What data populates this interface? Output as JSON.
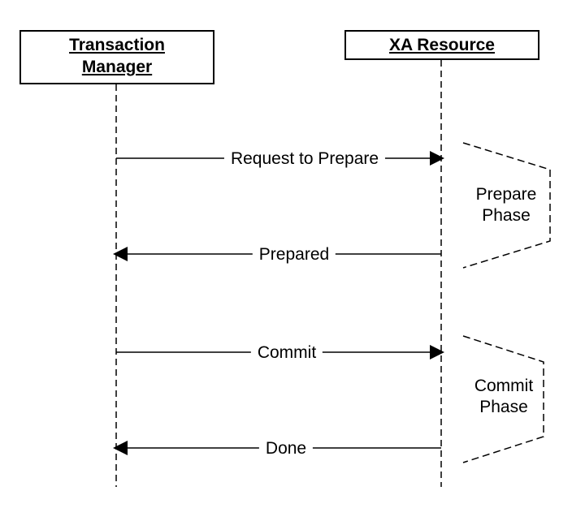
{
  "participants": {
    "transaction_manager": [
      "Transaction",
      "Manager"
    ],
    "xa_resource": "XA Resource"
  },
  "messages": [
    {
      "label": "Request to Prepare",
      "direction": "right"
    },
    {
      "label": "Prepared",
      "direction": "left"
    },
    {
      "label": "Commit",
      "direction": "right"
    },
    {
      "label": "Done",
      "direction": "left"
    }
  ],
  "phases": {
    "prepare": [
      "Prepare",
      "Phase"
    ],
    "commit": [
      "Commit",
      "Phase"
    ]
  }
}
